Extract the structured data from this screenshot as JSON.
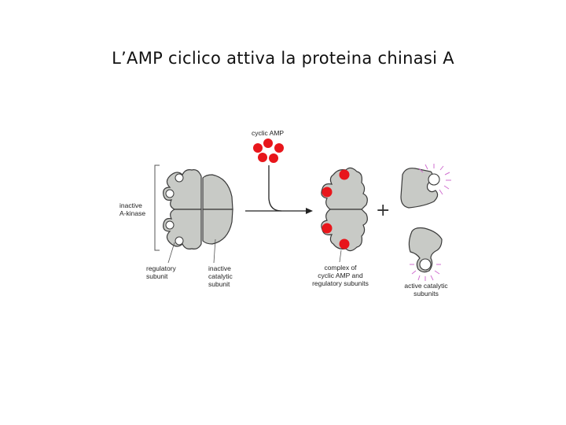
{
  "slide": {
    "title": "L’AMP ciclico attiva la proteina chinasi A"
  },
  "diagram": {
    "labels": {
      "cyclic_amp": "cyclic AMP",
      "inactive_a_kinase": "inactive\nA-kinase",
      "regulatory_subunit": "regulatory\nsubunit",
      "inactive_catalytic_subunit": "inactive\ncatalytic\nsubunit",
      "complex": "complex of\ncyclic AMP and\nregulatory subunits",
      "active_catalytic": "active catalytic\nsubunits",
      "plus": "+"
    },
    "colors": {
      "subunit_fill": "#c8cac6",
      "outline": "#3a3a3a",
      "camp": "#e8161b",
      "activity_rays": "#d070d0"
    }
  }
}
